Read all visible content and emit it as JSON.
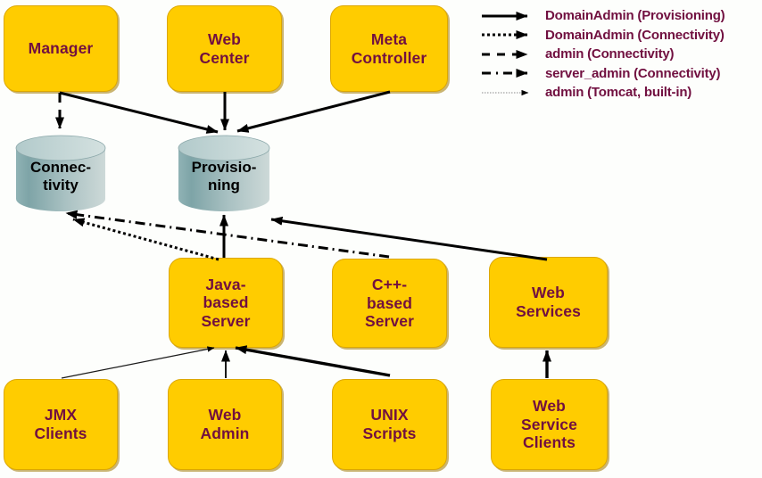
{
  "diagram": {
    "nodes": [
      {
        "id": "manager",
        "label": "Manager",
        "type": "box"
      },
      {
        "id": "web-center",
        "label": "Web\nCenter",
        "type": "box"
      },
      {
        "id": "meta-controller",
        "label": "Meta\nController",
        "type": "box"
      },
      {
        "id": "connectivity",
        "label": "Connec-\ntivity",
        "type": "database"
      },
      {
        "id": "provisioning",
        "label": "Provisio-\nning",
        "type": "database"
      },
      {
        "id": "java-server",
        "label": "Java-\nbased\nServer",
        "type": "box"
      },
      {
        "id": "cpp-server",
        "label": "C++-\nbased\nServer",
        "type": "box"
      },
      {
        "id": "web-services",
        "label": "Web\nServices",
        "type": "box"
      },
      {
        "id": "jmx-clients",
        "label": "JMX\nClients",
        "type": "box"
      },
      {
        "id": "web-admin",
        "label": "Web\nAdmin",
        "type": "box"
      },
      {
        "id": "unix-scripts",
        "label": "UNIX\nScripts",
        "type": "box"
      },
      {
        "id": "ws-clients",
        "label": "Web\nService\nClients",
        "type": "box"
      }
    ],
    "edges": [
      {
        "from": "Manager",
        "to": "Connectivity",
        "style": "dashed"
      },
      {
        "from": "Manager",
        "to": "Provisioning",
        "style": "solid"
      },
      {
        "from": "Web Center",
        "to": "Provisioning",
        "style": "solid"
      },
      {
        "from": "Meta Controller",
        "to": "Provisioning",
        "style": "solid"
      },
      {
        "from": "Java-based Server",
        "to": "Provisioning",
        "style": "solid"
      },
      {
        "from": "Java-based Server",
        "to": "Connectivity",
        "style": "dotted"
      },
      {
        "from": "C++-based Server",
        "to": "Connectivity",
        "style": "dash-dot"
      },
      {
        "from": "Web Services",
        "to": "Provisioning",
        "style": "solid"
      },
      {
        "from": "JMX Clients",
        "to": "Java-based Server",
        "style": "thin"
      },
      {
        "from": "Web Admin",
        "to": "Java-based Server",
        "style": "solid"
      },
      {
        "from": "UNIX Scripts",
        "to": "Java-based Server",
        "style": "solid"
      },
      {
        "from": "Web Service Clients",
        "to": "Web Services",
        "style": "solid"
      }
    ]
  },
  "legend": {
    "items": [
      {
        "style": "solid",
        "icon": "solid-arrow-icon",
        "label": "DomainAdmin (Provisioning)"
      },
      {
        "style": "dotted",
        "icon": "dotted-arrow-icon",
        "label": "DomainAdmin (Connectivity)"
      },
      {
        "style": "dashed",
        "icon": "dashed-arrow-icon",
        "label": "admin (Connectivity)"
      },
      {
        "style": "dash-dot",
        "icon": "dash-dot-arrow-icon",
        "label": "server_admin (Connectivity)"
      },
      {
        "style": "thin",
        "icon": "thin-arrow-icon",
        "label": "admin (Tomcat, built-in)"
      }
    ]
  },
  "colors": {
    "node_fill": "#FFCC00",
    "node_text": "#711040",
    "cylinder_left": "#7EA4A7",
    "cylinder_right": "#CBD8D7",
    "cylinder_top": "#C3D6D6",
    "arrow": "#000000",
    "legend_text": "#711040",
    "background": "#FDFEFC"
  }
}
